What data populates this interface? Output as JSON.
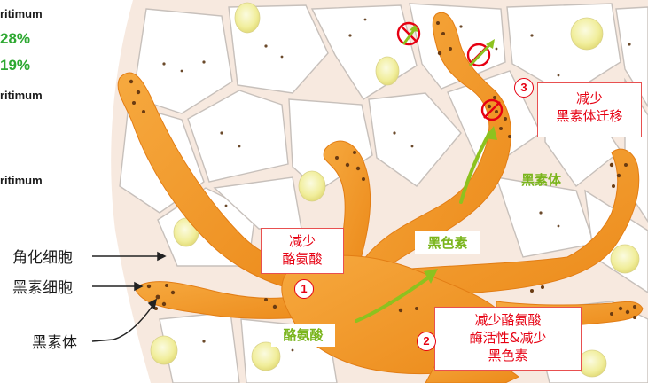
{
  "left_column": {
    "word1": "ritimum",
    "pct1": "28%",
    "pct2": "19%",
    "word2": "ritimum",
    "word3": "ritimum",
    "pct_color": "#2ea832"
  },
  "labels": {
    "keratinocyte": "角化细胞",
    "melanocyte": "黑素细胞",
    "melanosome": "黑素体"
  },
  "diagram": {
    "box1": [
      "减少",
      "酪氨酸"
    ],
    "box2": [
      "减少酪氨酸",
      "酶活性&减少",
      "黑色素"
    ],
    "box3": [
      "减少",
      "黑素体迁移"
    ],
    "tyrosine": "酪氨酸",
    "melanin": "黑色素",
    "melanosome_green": "黑素体",
    "n1": "1",
    "n2": "2",
    "n3": "3"
  },
  "colors": {
    "dendrite": "#f19a2b",
    "dendrite_dark": "#e07a10",
    "cell_fill": "#ffffff",
    "cell_stroke": "#bdbdbd",
    "tissue_bg": "#f7e9df",
    "nucleus": "#f4f2b0",
    "red": "#e60012",
    "green": "#7ab51d"
  }
}
